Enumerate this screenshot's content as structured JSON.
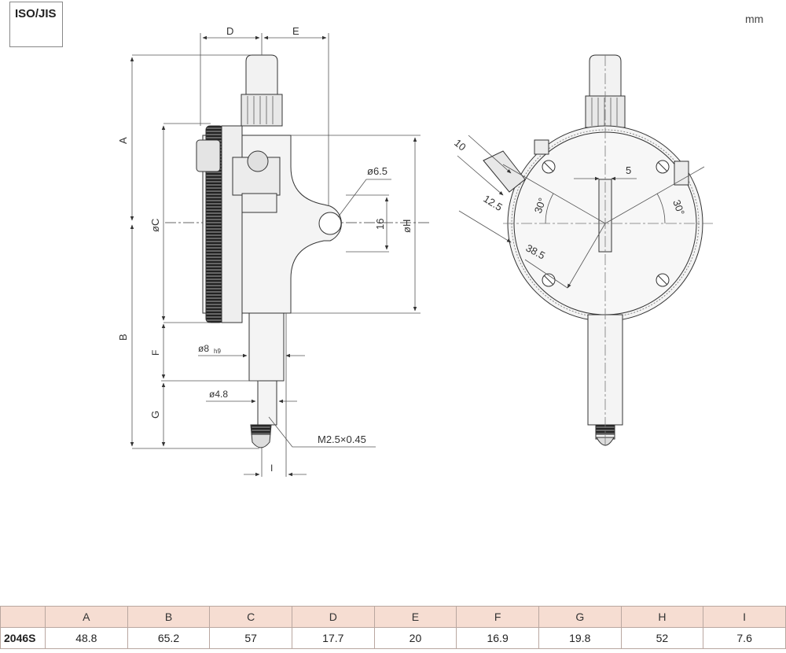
{
  "standard_label": "ISO/JIS",
  "unit_label": "mm",
  "front_view": {
    "labels": {
      "d": "D",
      "e": "E",
      "a": "A",
      "b": "B",
      "c": "øC",
      "f": "F",
      "g": "G",
      "h": "øH",
      "hole_dia": "ø6.5",
      "lug": "16",
      "stem_dia": "ø8",
      "stem_tol": "h9",
      "spindle_dia": "ø4.8",
      "thread": "M2.5×0.45",
      "i": "I"
    }
  },
  "back_view": {
    "labels": {
      "dim_10": "10",
      "dim_5": "5",
      "dim_12_5": "12.5",
      "angle_left": "30°",
      "angle_right": "30°",
      "dim_38_5": "38.5"
    }
  },
  "spec_table": {
    "headers": [
      "",
      "A",
      "B",
      "C",
      "D",
      "E",
      "F",
      "G",
      "H",
      "I"
    ],
    "rows": [
      [
        "2046S",
        "48.8",
        "65.2",
        "57",
        "17.7",
        "20",
        "16.9",
        "19.8",
        "52",
        "7.6"
      ]
    ]
  }
}
